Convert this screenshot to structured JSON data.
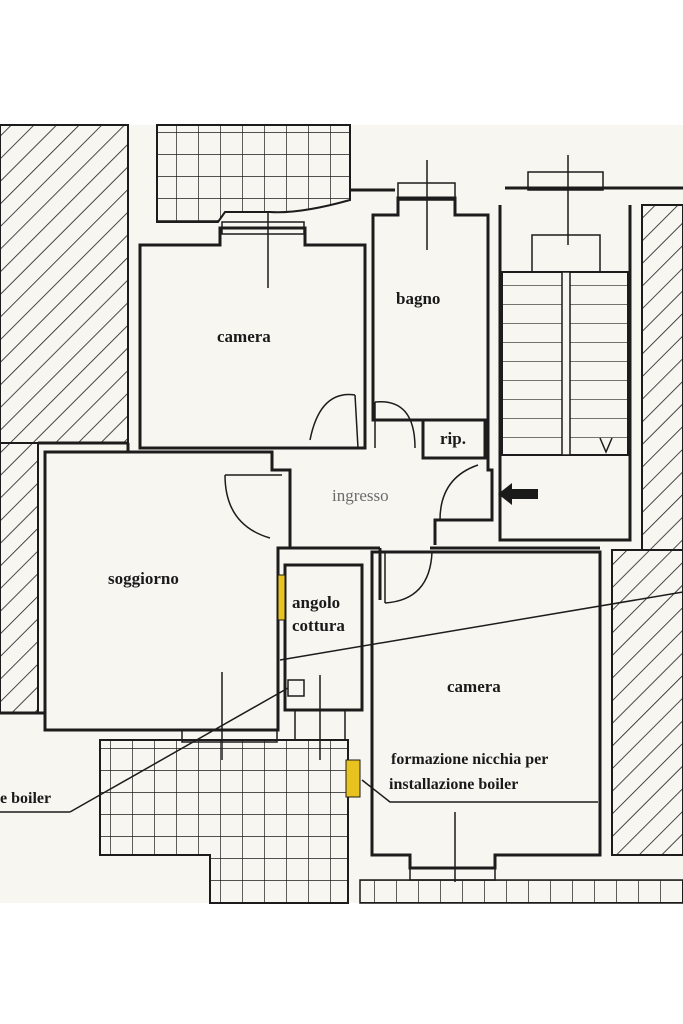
{
  "rooms": {
    "camera_top": "camera",
    "bagno": "bagno",
    "rip": "rip.",
    "ingresso": "ingresso",
    "soggiorno": "soggiorno",
    "angolo_line1": "angolo",
    "angolo_line2": "cottura",
    "camera_right": "camera"
  },
  "notes": {
    "nicchia_line1": "formazione nicchia per",
    "nicchia_line2": "installazione boiler",
    "boiler_left": "e boiler"
  },
  "colors": {
    "wall": "#1c1c1c",
    "paper": "#f7f6f1",
    "boiler_marker": "#e8c31f",
    "arrow": "#1a1a1a"
  },
  "icons": {
    "entrance": "entrance-arrow-icon"
  }
}
